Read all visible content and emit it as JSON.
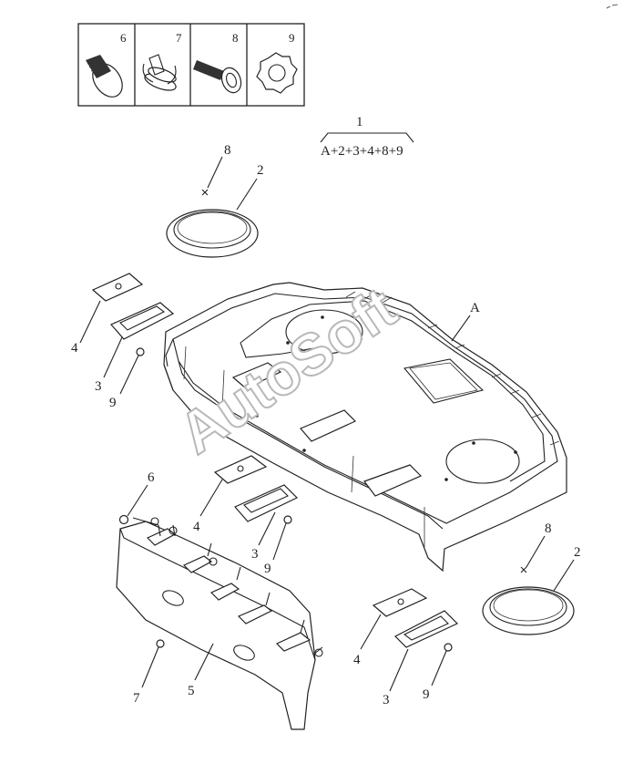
{
  "parts_box": {
    "cells": [
      {
        "number": "6",
        "icon": "push-clip-fastener-icon"
      },
      {
        "number": "7",
        "icon": "retainer-clip-icon"
      },
      {
        "number": "8",
        "icon": "tapping-screw-icon"
      },
      {
        "number": "9",
        "icon": "toothed-washer-icon"
      }
    ]
  },
  "assembly": {
    "number": "1",
    "formula": "A+2+3+4+8+9"
  },
  "callouts": {
    "A": "A",
    "n2a": "2",
    "n2b": "2",
    "n3a": "3",
    "n3b": "3",
    "n3c": "3",
    "n4a": "4",
    "n4b": "4",
    "n4c": "4",
    "n5": "5",
    "n6": "6",
    "n7": "7",
    "n8a": "8",
    "n8b": "8",
    "n9a": "9",
    "n9b": "9",
    "n9c": "9"
  },
  "watermark": "AutoSoft"
}
